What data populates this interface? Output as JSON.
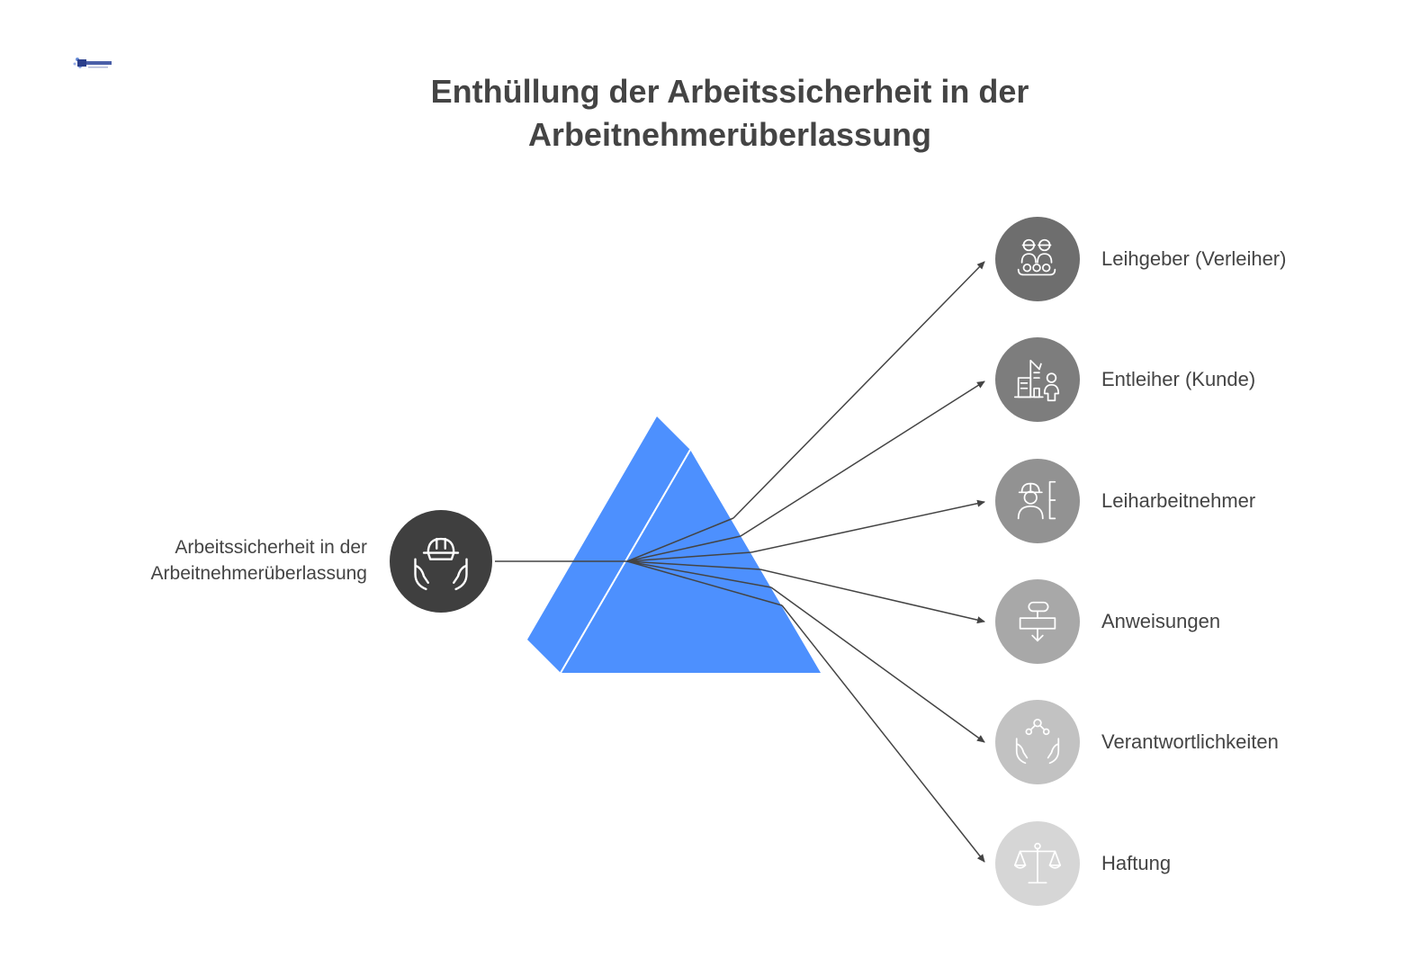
{
  "title": {
    "line1": "Enthüllung der Arbeitssicherheit in der",
    "line2": "Arbeitnehmerüberlassung"
  },
  "source": {
    "label_line1": "Arbeitssicherheit in der",
    "label_line2": "Arbeitnehmerüberlassung",
    "icon": "hard-hat-hands-icon",
    "color": "#3f3f3f"
  },
  "prism": {
    "color": "#4d90fe"
  },
  "outputs": [
    {
      "label": "Leihgeber (Verleiher)",
      "icon": "workers-icon",
      "color": "#6e6e6e"
    },
    {
      "label": "Entleiher (Kunde)",
      "icon": "company-person-icon",
      "color": "#7d7d7d"
    },
    {
      "label": "Leiharbeitnehmer",
      "icon": "worker-helmet-icon",
      "color": "#929292"
    },
    {
      "label": "Anweisungen",
      "icon": "instruction-flow-icon",
      "color": "#a8a8a8"
    },
    {
      "label": "Verantwortlichkeiten",
      "icon": "hands-network-icon",
      "color": "#c2c2c2"
    },
    {
      "label": "Haftung",
      "icon": "scale-icon",
      "color": "#d6d6d6"
    }
  ]
}
